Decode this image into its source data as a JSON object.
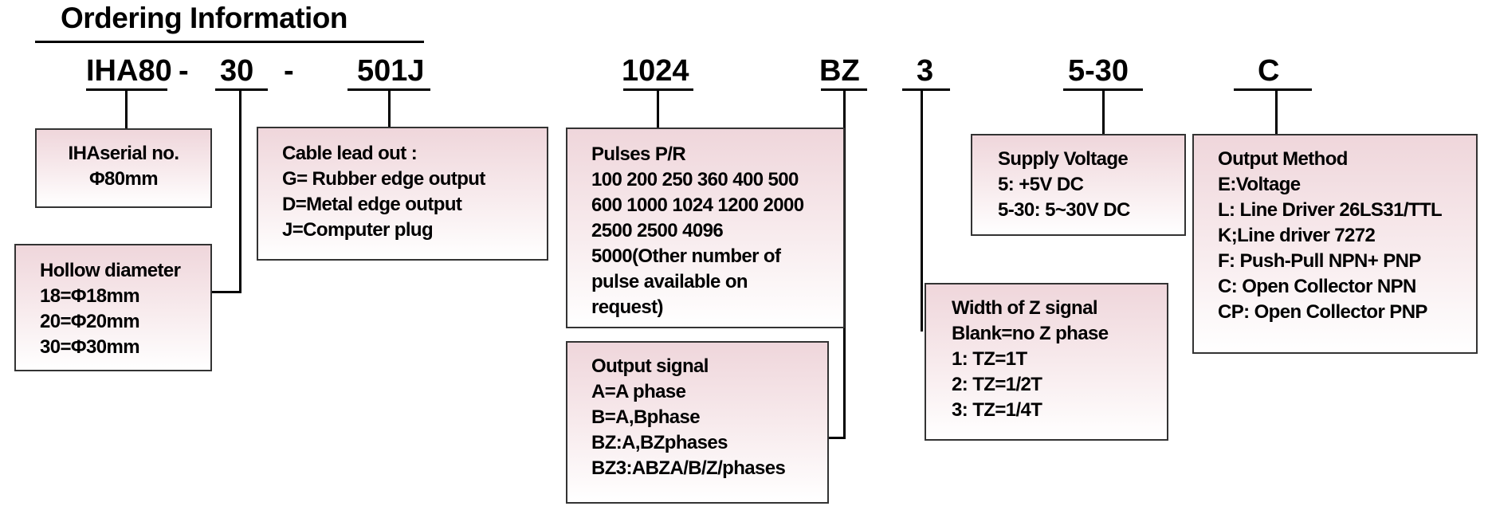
{
  "title": "Ordering Information",
  "codes": {
    "model": "IHA80",
    "dash1": "-",
    "hollow": "30",
    "dash2": "-",
    "cable": "501J",
    "pulses": "1024",
    "signal": "BZ",
    "zwidth": "3",
    "voltage": "5-30",
    "output": "C"
  },
  "boxes": {
    "serial": [
      "IHAserial no.",
      "Φ80mm"
    ],
    "hollow": [
      "Hollow diameter",
      "18=Φ18mm",
      "20=Φ20mm",
      "30=Φ30mm"
    ],
    "cable": [
      "Cable lead out :",
      "G= Rubber edge output",
      "D=Metal edge output",
      "J=Computer plug"
    ],
    "pulses": [
      "Pulses P/R",
      "100 200 250 360 400 500",
      "600 1000 1024 1200 2000",
      "2500 2500 4096",
      "5000(Other number of",
      "pulse available on",
      "request)"
    ],
    "signal": [
      "Output signal",
      "A=A phase",
      "B=A,Bphase",
      "BZ:A,BZphases",
      "BZ3:ABZA/B/Z/phases"
    ],
    "voltage": [
      "Supply Voltage",
      "5: +5V DC",
      "5-30: 5~30V DC"
    ],
    "zwidth": [
      "Width of Z signal",
      "Blank=no Z phase",
      "1: TZ=1T",
      "2: TZ=1/2T",
      "3: TZ=1/4T"
    ],
    "output": [
      "Output  Method",
      "E:Voltage",
      "L: Line Driver 26LS31/TTL",
      "K;Line driver 7272",
      "F: Push-Pull NPN+ PNP",
      "C: Open Collector NPN",
      "CP: Open Collector PNP"
    ]
  }
}
